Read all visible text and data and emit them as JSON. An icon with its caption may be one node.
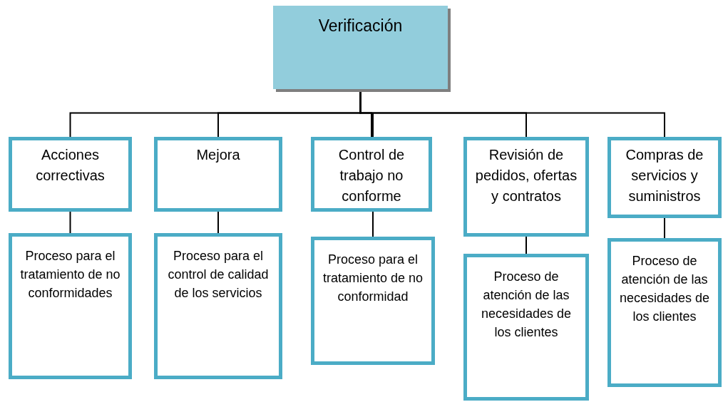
{
  "diagram": {
    "nodes": [
      {
        "text": [
          "Verificación"
        ]
      },
      {
        "text": [
          "Acciones correctivas"
        ]
      },
      {
        "text": [
          "Mejora"
        ]
      },
      {
        "text": [
          "Control de trabajo no conforme"
        ]
      },
      {
        "text": [
          "Revisión de pedidos, ofertas y contratos"
        ]
      },
      {
        "text": [
          "Compras de servicios y suministros"
        ]
      },
      {
        "text": [
          "Proceso para el tratamiento de no conformidades"
        ]
      },
      {
        "text": [
          "Proceso para el control de calidad de los servicios"
        ]
      },
      {
        "text": [
          "Proceso para el tratamiento de no conformidad"
        ]
      },
      {
        "text": [
          "Proceso de atención de las necesidades de los clientes"
        ]
      },
      {
        "text": [
          "Proceso de atención de las necesidades de los clientes"
        ]
      }
    ],
    "edges": [
      {
        "from": 0,
        "to": 1,
        "arrow": "none"
      },
      {
        "from": 0,
        "to": 2,
        "arrow": "none"
      },
      {
        "from": 0,
        "to": 3,
        "arrow": "none"
      },
      {
        "from": 0,
        "to": 4,
        "arrow": "none"
      },
      {
        "from": 0,
        "to": 5,
        "arrow": "none"
      },
      {
        "from": 1,
        "to": 6,
        "arrow": "none"
      },
      {
        "from": 2,
        "to": 7,
        "arrow": "none"
      },
      {
        "from": 3,
        "to": 8,
        "arrow": "none"
      },
      {
        "from": 4,
        "to": 9,
        "arrow": "none"
      },
      {
        "from": 5,
        "to": 10,
        "arrow": "none"
      }
    ]
  }
}
